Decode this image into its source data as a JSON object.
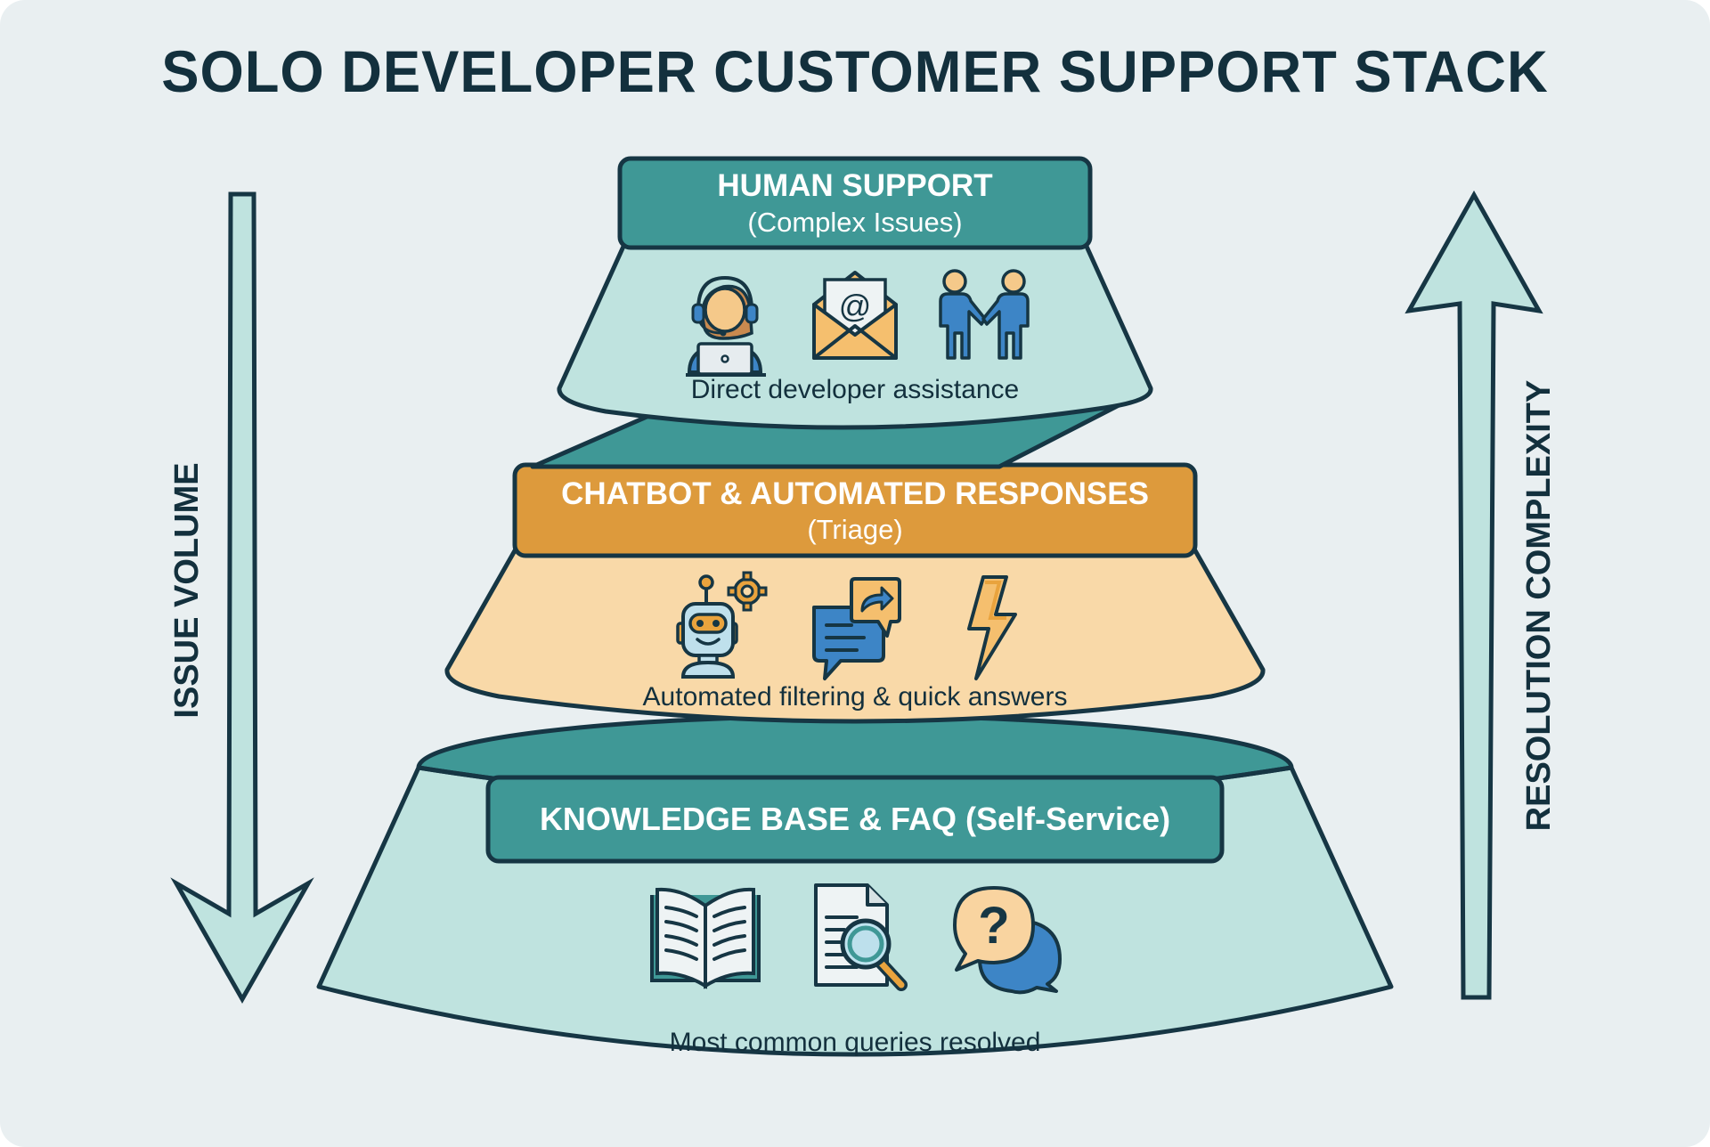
{
  "title": "SOLO DEVELOPER CUSTOMER SUPPORT STACK",
  "colors": {
    "background": "#e9eff1",
    "teal_dark": "#3f9896",
    "teal_light": "#bfe3df",
    "orange_dark": "#dd9a3c",
    "orange_light": "#f9d9a8",
    "outline": "#163644",
    "icon_blue": "#3d85c6",
    "icon_orange": "#f5bf6e"
  },
  "tiers": [
    {
      "id": "human-support",
      "heading": "HUMAN SUPPORT",
      "subheading": "(Complex Issues)",
      "description": "Direct developer assistance",
      "icons": [
        "support-agent-headset-icon",
        "email-envelope-icon",
        "handshake-icon"
      ]
    },
    {
      "id": "chatbot",
      "heading": "CHATBOT & AUTOMATED RESPONSES",
      "subheading": "(Triage)",
      "description": "Automated filtering & quick answers",
      "icons": [
        "robot-gear-icon",
        "chat-reply-icon",
        "lightning-bolt-icon"
      ]
    },
    {
      "id": "knowledge-base",
      "heading": "KNOWLEDGE BASE & FAQ (Self-Service)",
      "subheading": "",
      "description": "Most common queries resolved",
      "icons": [
        "open-book-icon",
        "document-search-icon",
        "question-chat-icon"
      ]
    }
  ],
  "axes": {
    "left": {
      "label": "ISSUE VOLUME",
      "direction": "down"
    },
    "right": {
      "label": "RESOLUTION COMPLEXITY",
      "direction": "up"
    }
  }
}
